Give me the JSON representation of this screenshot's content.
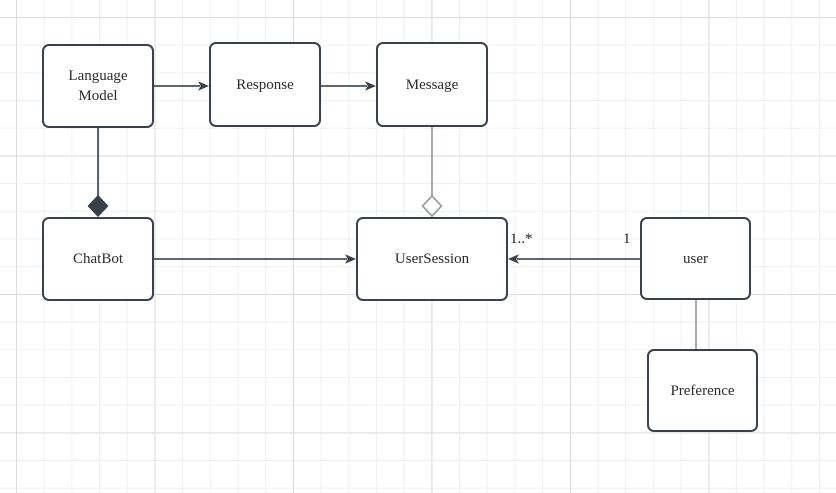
{
  "diagram": {
    "nodes": [
      {
        "id": "language-model",
        "label": "Language Model"
      },
      {
        "id": "response",
        "label": "Response"
      },
      {
        "id": "message",
        "label": "Message"
      },
      {
        "id": "chatbot",
        "label": "ChatBot"
      },
      {
        "id": "usersession",
        "label": "UserSession"
      },
      {
        "id": "user",
        "label": "user"
      },
      {
        "id": "preference",
        "label": "Preference"
      }
    ],
    "edges": [
      {
        "from": "Language Model",
        "to": "Response",
        "type": "directed-arrow"
      },
      {
        "from": "Response",
        "to": "Message",
        "type": "directed-arrow"
      },
      {
        "from": "Language Model",
        "to": "ChatBot",
        "type": "composition-filled-diamond"
      },
      {
        "from": "Message",
        "to": "UserSession",
        "type": "aggregation-hollow-diamond"
      },
      {
        "from": "ChatBot",
        "to": "UserSession",
        "type": "directed-arrow"
      },
      {
        "from": "user",
        "to": "UserSession",
        "type": "directed-arrow",
        "source_multiplicity": "1",
        "target_multiplicity": "1..*"
      },
      {
        "from": "user",
        "to": "Preference",
        "type": "plain-line"
      }
    ],
    "multiplicities": {
      "usersession_end": "1..*",
      "user_end": "1"
    },
    "colors": {
      "node_border": "#3a414c",
      "node_fill": "#ffffff",
      "dark_connector": "#485059",
      "gray_connector": "#9aa0a6",
      "diamond_fill": "#39404a",
      "grid_minor": "#f0f0f0",
      "grid_major": "#dcdcdc",
      "text": "#2b2b2b"
    }
  }
}
